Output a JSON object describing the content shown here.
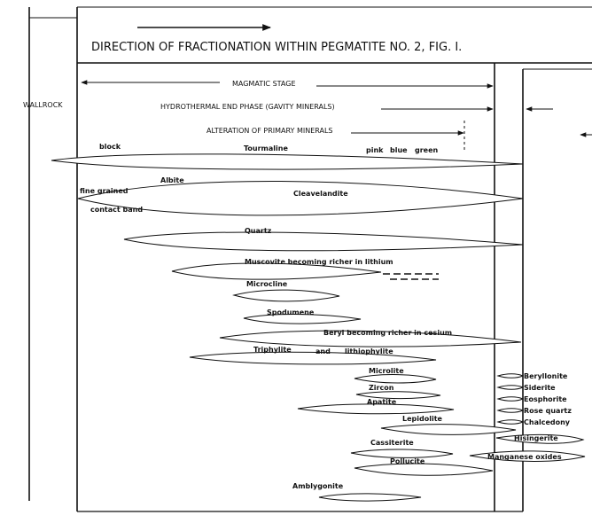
{
  "title": "DIRECTION OF FRACTIONATION WITHIN PEGMATITE NO. 2, FIG. I.",
  "wallrock": "WALLROCK",
  "stages": {
    "magmatic": "MAGMATIC STAGE",
    "hydrothermal": "HYDROTHERMAL END PHASE (GAVITY MINERALS)",
    "alteration": "ALTERATION OF PRIMARY MINERALS"
  },
  "labels": {
    "block": "block",
    "tourmaline": "Tourmaline",
    "pink": "pink",
    "blue": "blue",
    "green": "green",
    "albite": "Albite",
    "fine1": "fine grained",
    "cleavelandite": "Cleavelandite",
    "fine2": "contact band",
    "quartz": "Quartz",
    "muscovite": "Muscovite becoming richer in lithium",
    "microcline": "Microcline",
    "spodumene": "Spodumene",
    "beryl": "Beryl becoming richer in cesium",
    "triphylite": "Triphylite",
    "and": "and",
    "lithiophylite": "lithiophylite",
    "microlite": "Microlite",
    "zircon": "Zircon",
    "apatite": "Apatite",
    "lepidolite": "Lepidolite",
    "cassiterite": "Cassiterite",
    "pollucite": "Pollucite",
    "amblygonite": "Amblygonite",
    "beryllonite": "Beryllonite",
    "siderite": "Siderite",
    "eosphorite": "Eosphorite",
    "rosequartz": "Rose quartz",
    "chalcedony": "Chalcedony",
    "hisingerite": "Hisingerite",
    "manganese": "Manganese oxides"
  }
}
